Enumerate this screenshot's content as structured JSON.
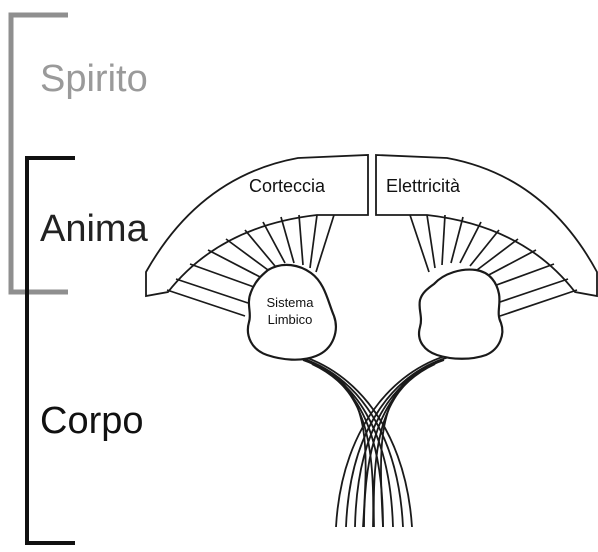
{
  "levels": {
    "spirit": "Spirito",
    "soul": "Anima",
    "body": "Corpo"
  },
  "brain": {
    "cortex": "Corteccia",
    "electricity": "Elettricità",
    "limbic_line1": "Sistema",
    "limbic_line2": "Limbico"
  },
  "colors": {
    "spirit_text": "#9a9a9a",
    "spirit_bracket": "#8f8f8f",
    "soul_text": "#222222",
    "body_bracket": "#111111",
    "line": "#1a1a1a"
  }
}
